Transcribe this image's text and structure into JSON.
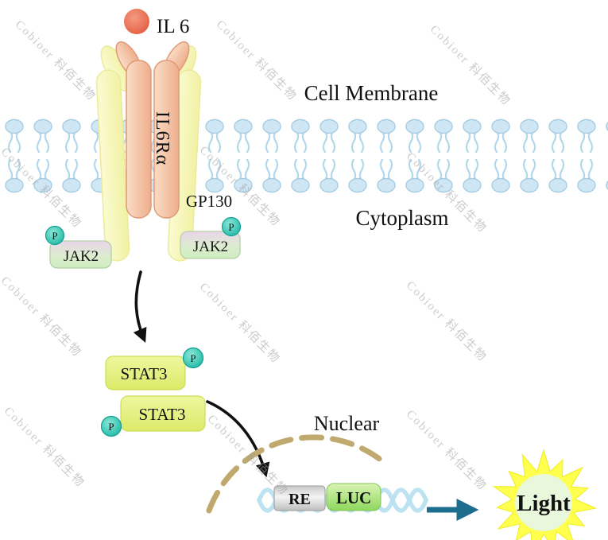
{
  "watermark": {
    "text": "Cobioer 科佰生物"
  },
  "pathway": {
    "ligand": "IL 6",
    "membrane_label": "Cell Membrane",
    "receptor": "IL6Rα",
    "coreceptor": "GP130",
    "cytoplasm_label": "Cytoplasm",
    "kinase": "JAK2",
    "phosphate": "P",
    "transcription_factor": "STAT3",
    "nucleus_label": "Nuclear",
    "response_element": "RE",
    "reporter_gene": "LUC",
    "output": "Light"
  },
  "colors": {
    "ligand_fill": "#e8614a",
    "membrane_lipid": "#b9d8ea",
    "receptor_fill": "#f5c8a9",
    "coreceptor_fill": "#f7f7bc",
    "kinase_fill": "#cfeec2",
    "kinase_accent": "#e9d5eb",
    "phosphate_fill": "#25bfae",
    "stat_fill": "#e4ef7f",
    "nuclear_envelope": "#bfa96f",
    "dna_strand": "#b9e0f0",
    "re_fill": "#d9d9d9",
    "luc_fill": "#a6e27f",
    "luc_text": "#c23cc2",
    "light_text": "#00a33e",
    "starburst": "#ffff4d",
    "signal_arrow": "#1d6e8e",
    "arrow_black": "#111111"
  }
}
